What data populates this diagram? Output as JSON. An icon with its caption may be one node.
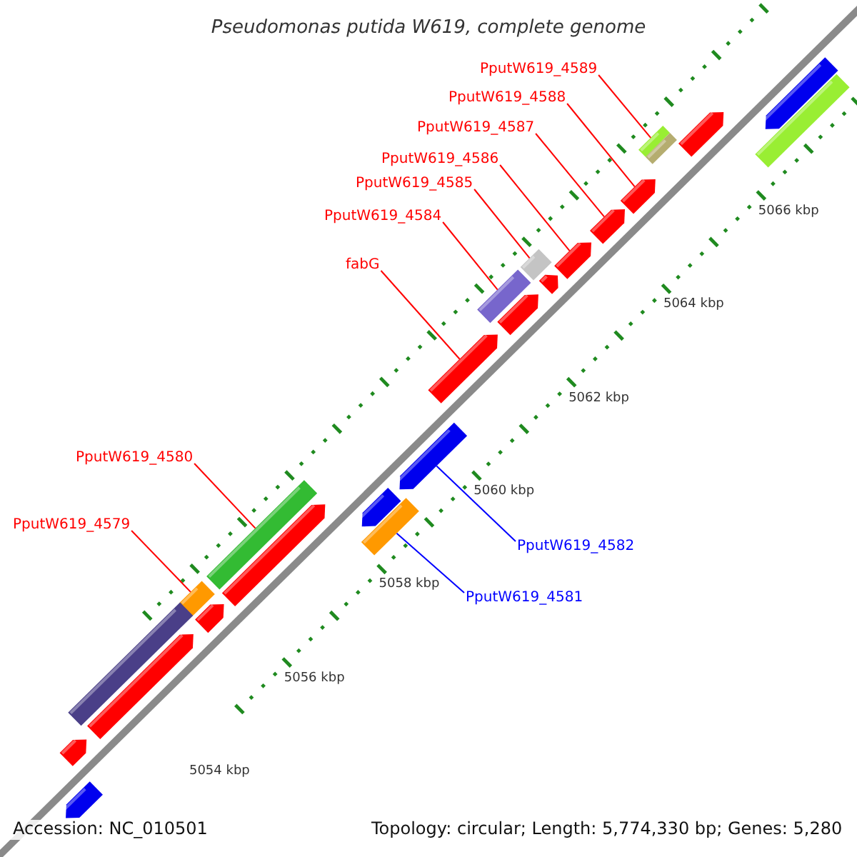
{
  "diagram": {
    "title": "Pseudomonas putida W619, complete genome",
    "nodes": [
      {
        "text": [
          "PputW619_4589"
        ]
      },
      {
        "text": [
          "PputW619_4588"
        ]
      },
      {
        "text": [
          "PputW619_4587"
        ]
      },
      {
        "text": [
          "PputW619_4586"
        ]
      },
      {
        "text": [
          "PputW619_4585"
        ]
      },
      {
        "text": [
          "PputW619_4584"
        ]
      },
      {
        "text": [
          "fabG"
        ]
      },
      {
        "text": [
          "PputW619_4580"
        ]
      },
      {
        "text": [
          "PputW619_4579"
        ]
      },
      {
        "text": [
          "PputW619_4582"
        ]
      },
      {
        "text": [
          "PputW619_4581"
        ]
      },
      {
        "text": [],
        "shape": "bar"
      },
      {
        "text": [],
        "shape": "bar"
      },
      {
        "text": [],
        "shape": "bar"
      },
      {
        "text": [],
        "shape": "bar"
      },
      {
        "text": [],
        "shape": "bar"
      },
      {
        "text": [],
        "shape": "bar"
      },
      {
        "text": [],
        "shape": "bar"
      },
      {
        "text": [],
        "shape": "bar"
      },
      {
        "text": [],
        "shape": "bar"
      },
      {
        "text": [],
        "shape": "bar"
      },
      {
        "text": [],
        "shape": "bar"
      },
      {
        "text": [],
        "shape": "bar"
      },
      {
        "text": [],
        "shape": "bar"
      },
      {
        "text": [],
        "shape": "bar"
      },
      {
        "text": [],
        "shape": "bar"
      },
      {
        "text": [],
        "shape": "bar"
      },
      {
        "text": [],
        "shape": "bar"
      },
      {
        "text": [],
        "shape": "bar"
      },
      {
        "text": [],
        "shape": "bar"
      },
      {
        "text": [],
        "shape": "bar"
      },
      {
        "text": [],
        "shape": "bar"
      },
      {
        "text": [],
        "shape": "bar"
      },
      {
        "text": [],
        "shape": "bar"
      },
      {
        "text": [],
        "shape": "bar"
      }
    ],
    "edges": [
      {
        "from": 0,
        "to": 14,
        "arrow": "none"
      },
      {
        "from": 1,
        "to": 16,
        "arrow": "none"
      },
      {
        "from": 2,
        "to": 17,
        "arrow": "none"
      },
      {
        "from": 3,
        "to": 18,
        "arrow": "none"
      },
      {
        "from": 4,
        "to": 19,
        "arrow": "none"
      },
      {
        "from": 5,
        "to": 21,
        "arrow": "none"
      },
      {
        "from": 6,
        "to": 23,
        "arrow": "none"
      },
      {
        "from": 7,
        "to": 27,
        "arrow": "none"
      },
      {
        "from": 8,
        "to": 29,
        "arrow": "none"
      },
      {
        "from": 9,
        "to": 24,
        "arrow": "none",
        "color": "#0000ff"
      },
      {
        "from": 10,
        "to": 26,
        "arrow": "none",
        "color": "#0000ff"
      }
    ],
    "labels": [
      "5066 kbp",
      "5064 kbp",
      "5062 kbp",
      "5060 kbp",
      "5058 kbp",
      "5056 kbp",
      "5054 kbp",
      "Accession: NC_010501",
      "Topology: circular; Length: 5,774,330 bp; Genes: 5,280"
    ]
  }
}
